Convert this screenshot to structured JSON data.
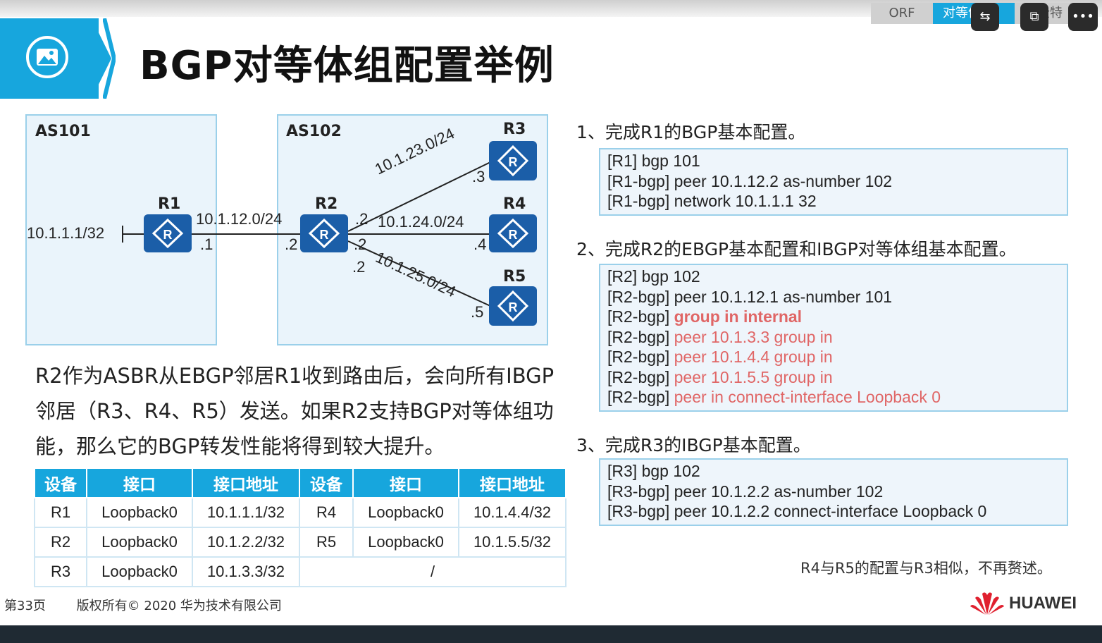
{
  "header": {
    "title": "BGP对等体组配置举例",
    "breadcrumbs": [
      "ORF",
      "对等体组",
      "安全特"
    ]
  },
  "diagram": {
    "as_left": "AS101",
    "as_right": "AS102",
    "routers": [
      "R1",
      "R2",
      "R3",
      "R4",
      "R5"
    ],
    "r1_loopback": "10.1.1.1/32",
    "links": {
      "r1_r2_net": "10.1.12.0/24",
      "r1_end": ".1",
      "r2_end_r1": ".2",
      "r2_r3_net": "10.1.23.0/24",
      "r2_end_r3": ".2",
      "r3_end": ".3",
      "r2_r4_net": "10.1.24.0/24",
      "r2_end_r4": ".2",
      "r4_end": ".4",
      "r2_r5_net": "10.1.25.0/24",
      "r2_end_r5": ".2",
      "r5_end": ".5"
    }
  },
  "description": "R2作为ASBR从EBGP邻居R1收到路由后，会向所有IBGP邻居（R3、R4、R5）发送。如果R2支持BGP对等体组功能，那么它的BGP转发性能将得到较大提升。",
  "table": {
    "headers": [
      "设备",
      "接口",
      "接口地址",
      "设备",
      "接口",
      "接口地址"
    ],
    "rows": [
      [
        "R1",
        "Loopback0",
        "10.1.1.1/32",
        "R4",
        "Loopback0",
        "10.1.4.4/32"
      ],
      [
        "R2",
        "Loopback0",
        "10.1.2.2/32",
        "R5",
        "Loopback0",
        "10.1.5.5/32"
      ],
      [
        "R3",
        "Loopback0",
        "10.1.3.3/32",
        "/"
      ]
    ]
  },
  "steps": [
    {
      "title": "1、完成R1的BGP基本配置。",
      "lines": [
        [
          "[R1] bgp 101"
        ],
        [
          "[R1-bgp] peer 10.1.12.2 as-number 102"
        ],
        [
          "[R1-bgp] network 10.1.1.1 32"
        ]
      ]
    },
    {
      "title": "2、完成R2的EBGP基本配置和IBGP对等体组基本配置。",
      "lines": [
        [
          "[R2] bgp 102"
        ],
        [
          "[R2-bgp] peer 10.1.12.1 as-number 101"
        ],
        [
          "[R2-bgp] ",
          "group in internal"
        ],
        [
          "[R2-bgp] ",
          "peer 10.1.3.3 group in"
        ],
        [
          "[R2-bgp] ",
          "peer 10.1.4.4 group in"
        ],
        [
          "[R2-bgp] ",
          "peer 10.1.5.5 group in"
        ],
        [
          "[R2-bgp] ",
          "peer in connect-interface Loopback 0"
        ]
      ]
    },
    {
      "title": "3、完成R3的IBGP基本配置。",
      "lines": [
        [
          "[R3] bgp 102"
        ],
        [
          "[R3-bgp] peer 10.1.2.2 as-number 102"
        ],
        [
          "[R3-bgp] peer 10.1.2.2 connect-interface Loopback 0"
        ]
      ]
    }
  ],
  "note": "R4与R5的配置与R3相似，不再赘述。",
  "footer": {
    "page": "第33页",
    "copyright": "版权所有© 2020 华为技术有限公司",
    "brand": "HUAWEI"
  },
  "colors": {
    "accent": "#17a6dd",
    "router": "#1b5ea8",
    "highlight": "#e06666"
  }
}
